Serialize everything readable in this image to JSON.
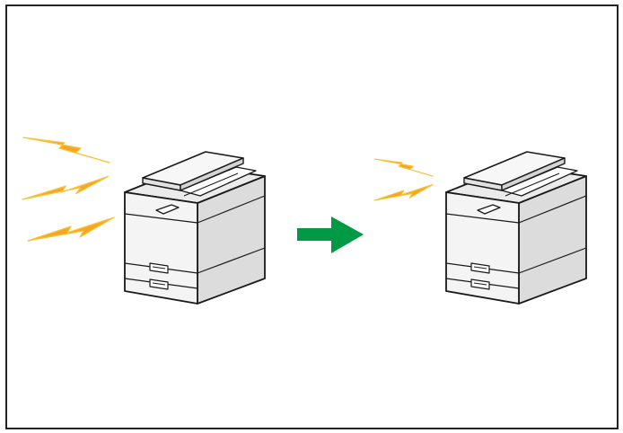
{
  "diagram": {
    "nodes": [
      {
        "id": "printer-before",
        "icon": "multifunction-printer-icon",
        "noise_bolts": 3
      },
      {
        "id": "printer-after",
        "icon": "multifunction-printer-icon",
        "noise_bolts": 2
      }
    ],
    "edges": [
      {
        "from": "printer-before",
        "to": "printer-after",
        "icon": "arrow-right-icon"
      }
    ]
  },
  "colors": {
    "frame_border": "#222222",
    "bolt_fill": "#f5a623",
    "bolt_edge": "#f7c23a",
    "arrow": "#009a44",
    "printer_body": "#f2f2f2",
    "printer_side": "#dcdcdc",
    "printer_outline": "#1a1a1a"
  }
}
